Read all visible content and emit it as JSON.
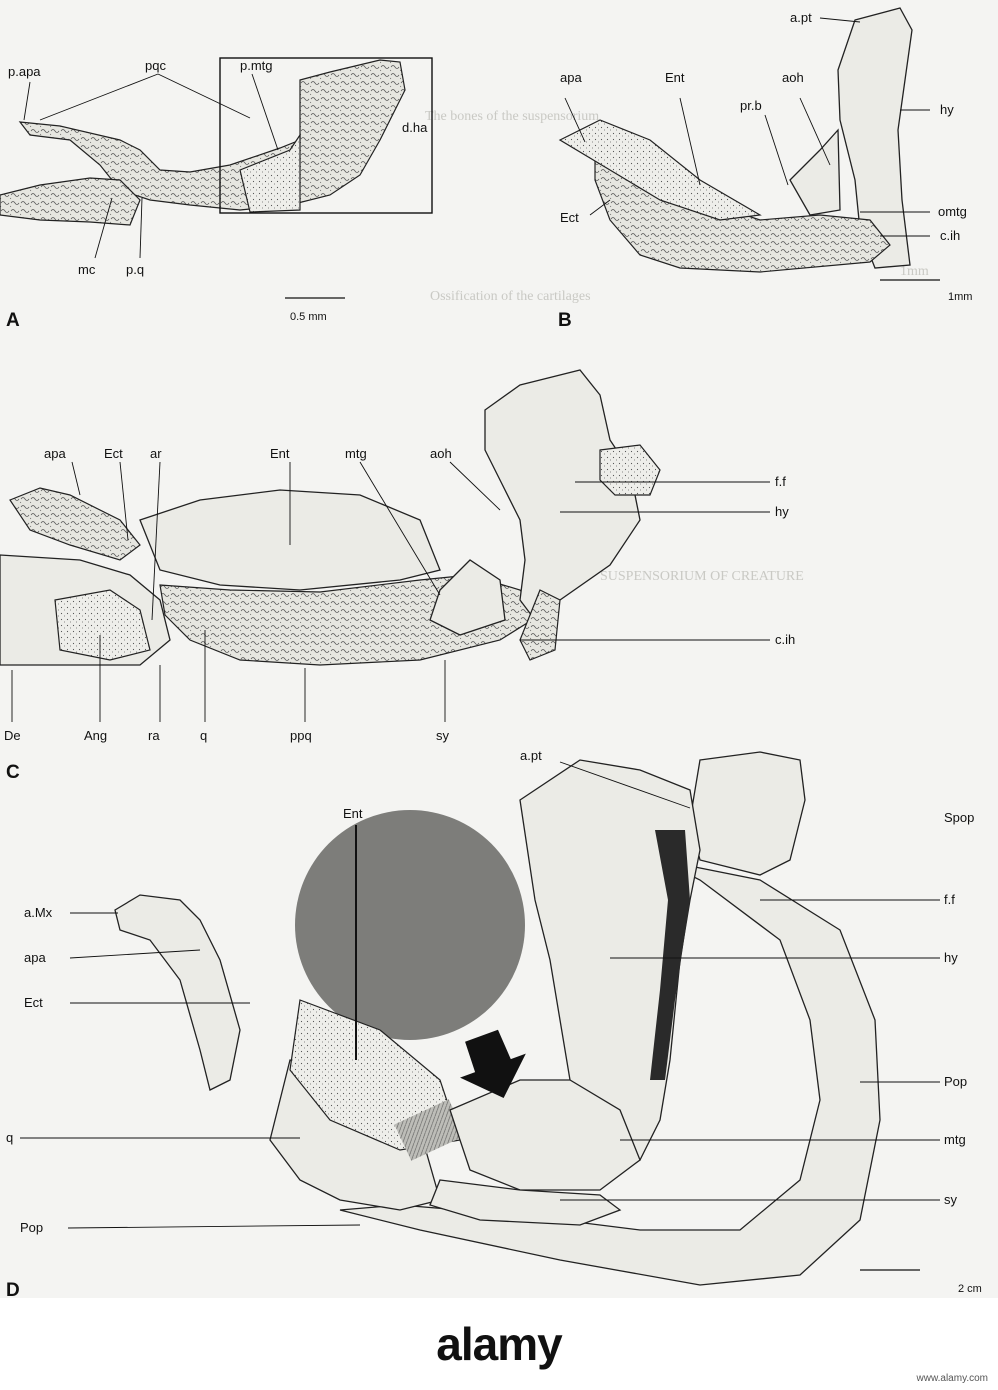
{
  "figure": {
    "panels": [
      {
        "id": "A",
        "label": "A",
        "scale_label": "0.5 mm",
        "labels": {
          "p_apa": "p.apa",
          "pqc": "pqc",
          "p_mtg": "p.mtg",
          "d_ha": "d.ha",
          "mc": "mc",
          "p_q": "p.q"
        }
      },
      {
        "id": "B",
        "label": "B",
        "scale_label": "1mm",
        "labels": {
          "a_pt": "a.pt",
          "apa": "apa",
          "ent": "Ent",
          "aoh": "aoh",
          "pr_b": "pr.b",
          "hy": "hy",
          "ect": "Ect",
          "omtg": "omtg",
          "c_ih": "c.ih"
        }
      },
      {
        "id": "C",
        "label": "C",
        "labels": {
          "apa": "apa",
          "ect": "Ect",
          "ar": "ar",
          "ent": "Ent",
          "mtg": "mtg",
          "aoh": "aoh",
          "f_f": "f.f",
          "hy": "hy",
          "c_ih": "c.ih",
          "de": "De",
          "ang": "Ang",
          "ra": "ra",
          "q": "q",
          "ppq": "ppq",
          "sy": "sy"
        }
      },
      {
        "id": "D",
        "label": "D",
        "scale_label": "2 cm",
        "labels": {
          "a_pt": "a.pt",
          "spop": "Spop",
          "ent": "Ent",
          "f_f": "f.f",
          "a_mx": "a.Mx",
          "hy": "hy",
          "apa": "apa",
          "ect": "Ect",
          "pop_right": "Pop",
          "q": "q",
          "mtg": "mtg",
          "sy": "sy",
          "pop_left": "Pop"
        }
      }
    ],
    "background_text_fragments": [
      "The bones of the suspensorium",
      "1mm",
      "SUSPENSORIUM OF CREATURE",
      "Ossification of the cartilages"
    ]
  },
  "footer": {
    "brand": "alamy",
    "site": "www.alamy.com"
  }
}
